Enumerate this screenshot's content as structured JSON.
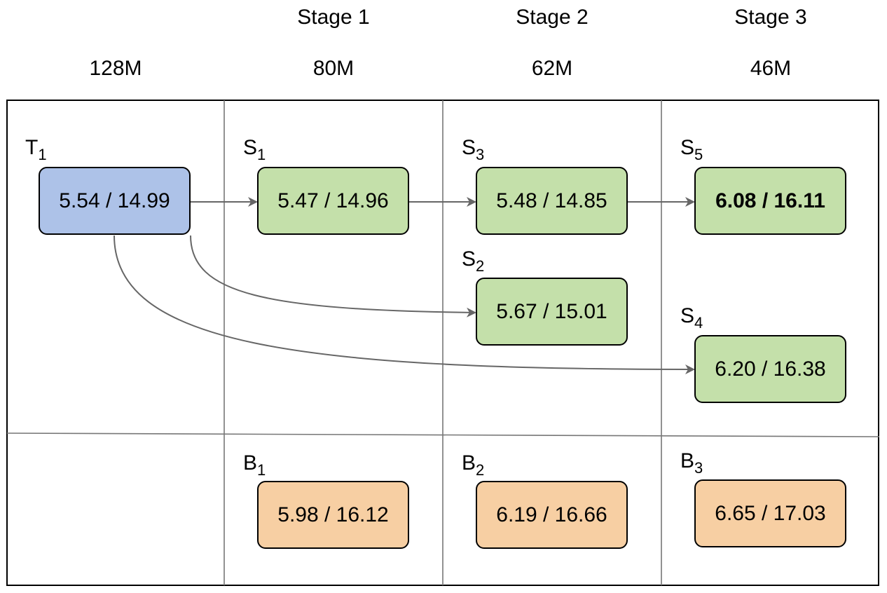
{
  "header": {
    "stages": [
      {
        "stage": "",
        "size": "128M"
      },
      {
        "stage": "Stage 1",
        "size": "80M"
      },
      {
        "stage": "Stage 2",
        "size": "62M"
      },
      {
        "stage": "Stage 3",
        "size": "46M"
      }
    ]
  },
  "nodes": {
    "t1": {
      "letter": "T",
      "sub": "1",
      "value": "5.54 / 14.99"
    },
    "s1": {
      "letter": "S",
      "sub": "1",
      "value": "5.47 / 14.96"
    },
    "s3": {
      "letter": "S",
      "sub": "3",
      "value": "5.48 / 14.85"
    },
    "s5": {
      "letter": "S",
      "sub": "5",
      "value": "6.08 / 16.11"
    },
    "s2": {
      "letter": "S",
      "sub": "2",
      "value": "5.67 / 15.01"
    },
    "s4": {
      "letter": "S",
      "sub": "4",
      "value": "6.20 / 16.38"
    },
    "b1": {
      "letter": "B",
      "sub": "1",
      "value": "5.98 / 16.12"
    },
    "b2": {
      "letter": "B",
      "sub": "2",
      "value": "6.19 / 16.66"
    },
    "b3": {
      "letter": "B",
      "sub": "3",
      "value": "6.65 / 17.03"
    }
  },
  "colors": {
    "teacher": "#adc2e8",
    "student": "#c4e0aa",
    "baseline": "#f7cfa3",
    "arrow": "#666666",
    "grid_line": "#777777"
  }
}
